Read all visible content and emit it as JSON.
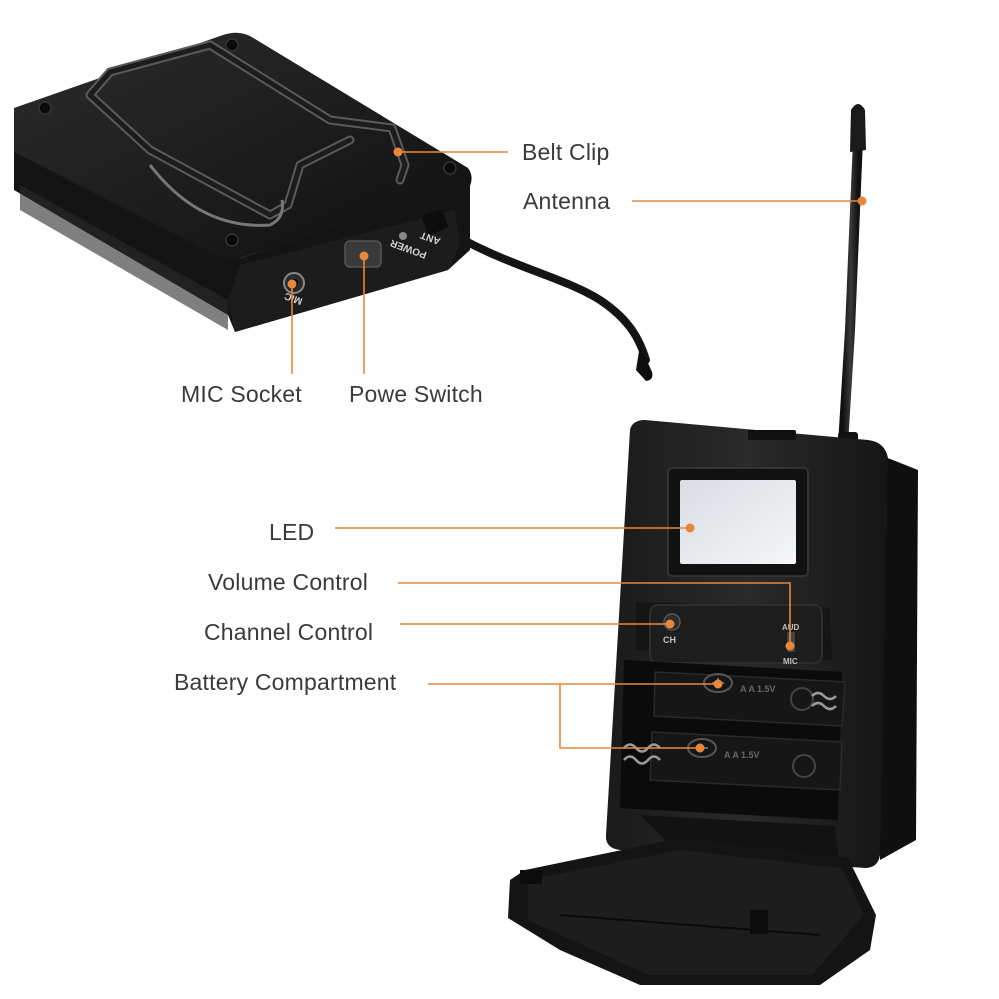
{
  "callouts": {
    "belt_clip": "Belt Clip",
    "antenna": "Antenna",
    "mic_socket": "MIC Socket",
    "power_switch": "Powe Switch",
    "led": "LED",
    "volume_control": "Volume Control",
    "channel_control": "Channel Control",
    "battery_compartment": "Battery Compartment"
  },
  "device_markings": {
    "ant": "ANT",
    "power": "POWER",
    "mic_port": "MIC",
    "ch": "CH",
    "aud": "AUD",
    "mic_switch": "MIC",
    "battery_top": "A A 1.5V",
    "battery_bottom": "A A 1.5V"
  },
  "colors": {
    "leader_line": "#e8873a",
    "marker_dot": "#e8873a",
    "device_body": "#1b1b1b",
    "label_text": "#3a3a3a",
    "background": "#ffffff"
  }
}
